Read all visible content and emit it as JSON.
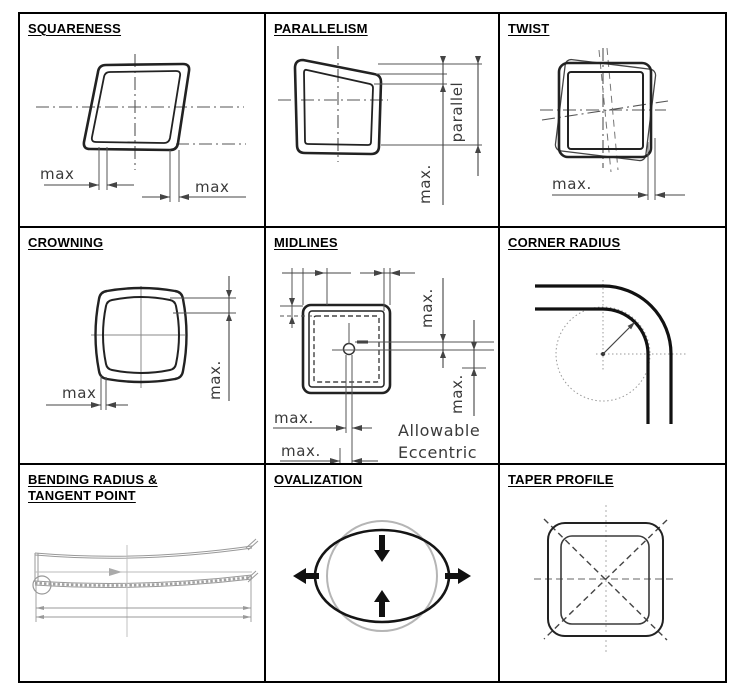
{
  "table": {
    "cells": {
      "squareness": {
        "title": "SQUARENESS",
        "max_left": "max",
        "max_right": "max"
      },
      "parallelism": {
        "title": "PARALLELISM",
        "parallel_label": "parallel",
        "max_label": "max."
      },
      "twist": {
        "title": "TWIST",
        "max_label": "max."
      },
      "crowning": {
        "title": "CROWNING",
        "max_bottom": "max",
        "max_right": "max."
      },
      "midlines": {
        "title": "MIDLINES",
        "max_right_upper": "max.",
        "max_right_lower": "max.",
        "max_bottom_upper": "max.",
        "max_bottom_lower": "max.",
        "note_line1": "Allowable",
        "note_line2": "Eccentric"
      },
      "corner_radius": {
        "title": "CORNER RADIUS"
      },
      "bending_radius": {
        "title_line1": "BENDING RADIUS &",
        "title_line2": "TANGENT POINT"
      },
      "ovalization": {
        "title": "OVALIZATION"
      },
      "taper_profile": {
        "title": "TAPER PROFILE"
      }
    }
  },
  "colors": {
    "border": "#000000",
    "tube_line": "#222222",
    "dimension_line": "#555555",
    "light_line": "#9a9a9a",
    "gray_circle": "#b5b5b5",
    "background": "#ffffff"
  }
}
